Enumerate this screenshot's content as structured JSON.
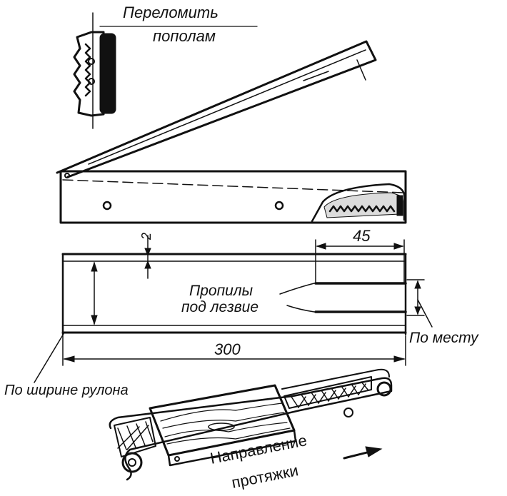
{
  "labels": {
    "break_line1": "Переломить",
    "break_line2": "пополам",
    "slots_line1": "Пропилы",
    "slots_line2": "под лезвие",
    "in_place": "По месту",
    "roll_width": "По ширине рулона",
    "direction_line1": "Направление",
    "direction_line2": "протяжки"
  },
  "dimensions": {
    "gap": "2",
    "slot_length": "45",
    "length": "300"
  },
  "colors": {
    "ink": "#111111",
    "paper": "#ffffff"
  }
}
